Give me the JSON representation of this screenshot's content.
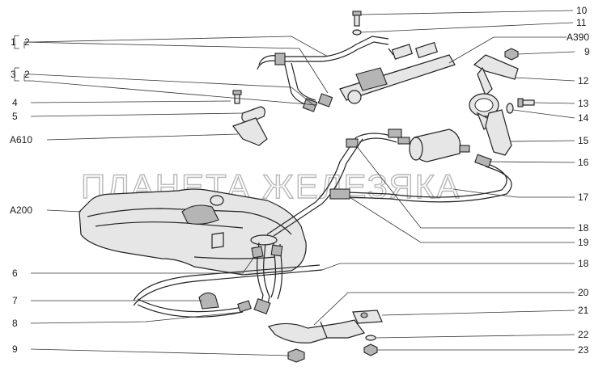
{
  "watermark": "ПЛАНЕТА ЖЕЛЕЗЯКА",
  "labels_left": {
    "l1": "1",
    "l1b": "2",
    "l3": "3",
    "l3b": "2",
    "l4": "4",
    "l5": "5",
    "a610": "А610",
    "a200": "А200",
    "l6": "6",
    "l7": "7",
    "l8": "8",
    "l9": "9"
  },
  "labels_right": {
    "r10": "10",
    "r11": "11",
    "a390": "А390",
    "r9": "9",
    "r12": "12",
    "r13": "13",
    "r14": "14",
    "r15": "15",
    "r16": "16",
    "r17": "17",
    "r18a": "18",
    "r19": "19",
    "r18b": "18",
    "r20": "20",
    "r21": "21",
    "r22": "22",
    "r23": "23"
  }
}
